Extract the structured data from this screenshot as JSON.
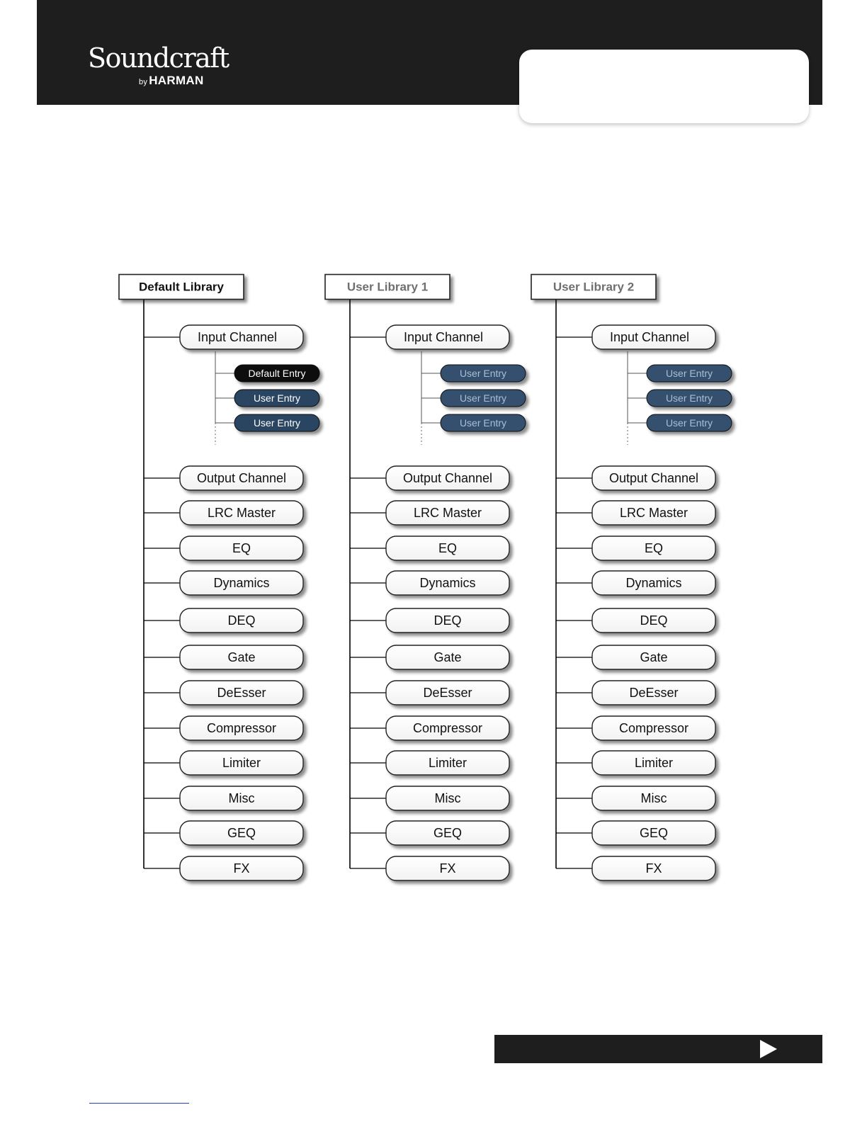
{
  "brand": {
    "name": "Soundcraft",
    "by_prefix": "by",
    "parent": "HARMAN"
  },
  "diagram": {
    "libraries": [
      {
        "title": "Default Library",
        "title_style": "bold",
        "input_channel_label": "Input Channel",
        "entries": [
          {
            "label": "Default Entry",
            "kind": "default"
          },
          {
            "label": "User Entry",
            "kind": "user"
          },
          {
            "label": "User Entry",
            "kind": "user"
          }
        ],
        "items": [
          "Output Channel",
          "LRC Master",
          "EQ",
          "Dynamics",
          "DEQ",
          "Gate",
          "DeEsser",
          "Compressor",
          "Limiter",
          "Misc",
          "GEQ",
          "FX"
        ]
      },
      {
        "title": "User Library 1",
        "title_style": "muted",
        "input_channel_label": "Input Channel",
        "entries": [
          {
            "label": "User Entry",
            "kind": "user-muted"
          },
          {
            "label": "User Entry",
            "kind": "user-muted"
          },
          {
            "label": "User Entry",
            "kind": "user-muted"
          }
        ],
        "items": [
          "Output Channel",
          "LRC Master",
          "EQ",
          "Dynamics",
          "DEQ",
          "Gate",
          "DeEsser",
          "Compressor",
          "Limiter",
          "Misc",
          "GEQ",
          "FX"
        ]
      },
      {
        "title": "User Library 2",
        "title_style": "muted",
        "input_channel_label": "Input Channel",
        "entries": [
          {
            "label": "User Entry",
            "kind": "user-muted"
          },
          {
            "label": "User Entry",
            "kind": "user-muted"
          },
          {
            "label": "User Entry",
            "kind": "user-muted"
          }
        ],
        "items": [
          "Output Channel",
          "LRC Master",
          "EQ",
          "Dynamics",
          "DEQ",
          "Gate",
          "DeEsser",
          "Compressor",
          "Limiter",
          "Misc",
          "GEQ",
          "FX"
        ]
      }
    ],
    "colors": {
      "default_entry_fill": "#0a0a0a",
      "user_entry_fill": "#2b4462",
      "user_entry_muted_fill": "#34506e",
      "user_entry_text": "#ffffff",
      "user_entry_muted_text": "#a9bfd6",
      "title_muted_text": "#6f6f6f",
      "node_border": "#222222"
    }
  },
  "footer": {
    "next_icon": "play-arrow-icon"
  }
}
